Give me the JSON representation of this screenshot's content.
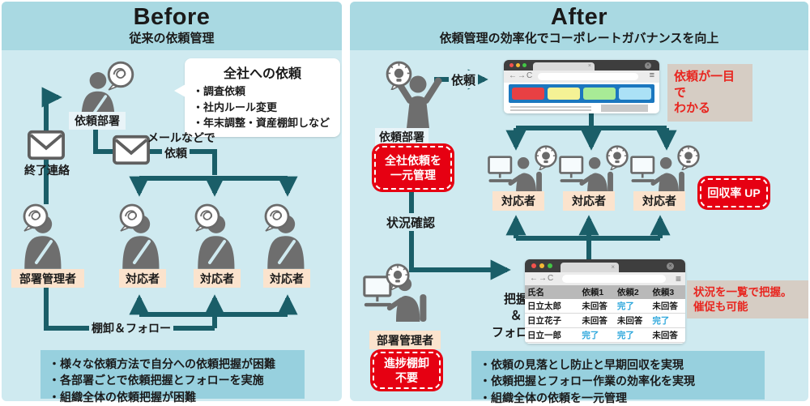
{
  "colors": {
    "teal_line": "#1a5e68",
    "panel_bg": "#cfeaf0",
    "header_bg": "#a9d9e2",
    "badge_red": "#e60012",
    "label_peach": "#fbe3cd",
    "summary_blue": "#97d0de",
    "callout_tan": "#d6cdc4",
    "done_blue": "#2fa8dc",
    "browser_tiles": [
      "#e84043",
      "#f4f295",
      "#a8eb96",
      "#abe1f6"
    ]
  },
  "browser_ui": {
    "back": "←",
    "forward": "→",
    "reload": "C",
    "menu": "≡",
    "tab_close": "×",
    "window_close": "×"
  },
  "before": {
    "title": "Before",
    "subtitle": "従来の依頼管理",
    "requester_label": "依頼部署",
    "callout": {
      "title": "全社への依頼",
      "items": [
        "・調査依頼",
        "・社内ルール変更",
        "・年末調整・資産棚卸しなど"
      ]
    },
    "end_contact_label": "終了連絡",
    "mail_label_line1": "メールなどで",
    "mail_label_line2": "依頼",
    "manager_label": "部署管理者",
    "responder_label": "対応者",
    "follow_label": "棚卸＆フォロー",
    "summary_items": [
      "・様々な依頼方法で自分への依頼把握が困難",
      "・各部署ごとで依頼把握とフォローを実施",
      "・組織全体の依頼把握が困難"
    ]
  },
  "after": {
    "title": "After",
    "subtitle": "依頼管理の効率化でコーポレートガバナンスを向上",
    "requester_label": "依頼部署",
    "request_arrow_label": "依頼",
    "badge_manage_line1": "全社依頼を",
    "badge_manage_line2": "一元管理",
    "callout_glance_line1": "依頼が一目で",
    "callout_glance_line2": "わかる",
    "responder_label": "対応者",
    "badge_rate": "回収率 UP",
    "status_check_label": "状況確認",
    "grasp_line1": "把握",
    "grasp_line2": "＆",
    "grasp_line3": "フォロー",
    "manager_label": "部署管理者",
    "badge_no_inventory_line1": "進捗棚卸",
    "badge_no_inventory_line2": "不要",
    "callout_list_line1": "状況を一覧で把握。",
    "callout_list_line2": "催促も可能",
    "table": {
      "headers": [
        "氏名",
        "依頼1",
        "依頼2",
        "依頼3"
      ],
      "rows": [
        {
          "name": "日立太郎",
          "c1": "未回答",
          "c2": "完了",
          "c3": "未回答"
        },
        {
          "name": "日立花子",
          "c1": "未回答",
          "c2": "未回答",
          "c3": "完了"
        },
        {
          "name": "日立一郎",
          "c1": "完了",
          "c2": "完了",
          "c3": "未回答"
        }
      ]
    },
    "summary_items": [
      "・依頼の見落とし防止と早期回収を実現",
      "・依頼把握とフォロー作業の効率化を実現",
      "・組織全体の依頼を一元管理"
    ]
  }
}
